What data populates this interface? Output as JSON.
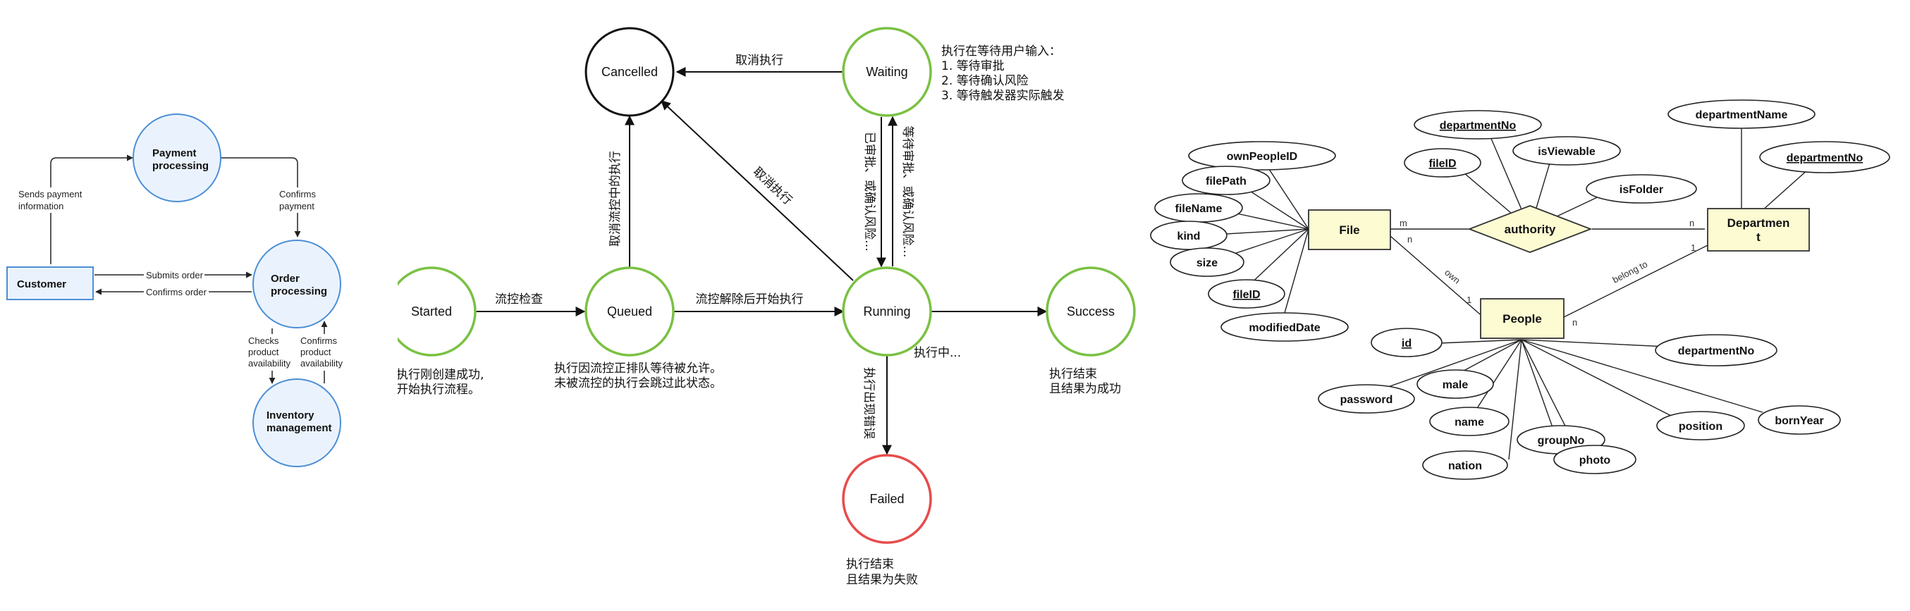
{
  "data_flow": {
    "nodes": {
      "payment": "Payment processing",
      "order": "Order processing",
      "inventory": "Inventory management",
      "customer": "Customer"
    },
    "edges": {
      "sends_payment": "Sends payment information",
      "confirms_payment": "Confirms payment",
      "submits_order": "Submits order",
      "confirms_order": "Confirms order",
      "checks_availability": "Checks product availability",
      "confirms_availability": "Confirms product availability"
    },
    "colors": {
      "node_fill": "#eaf3fd",
      "node_stroke": "#4d8fd6"
    }
  },
  "state_machine": {
    "states": {
      "cancelled": "Cancelled",
      "waiting": "Waiting",
      "started": "Started",
      "queued": "Queued",
      "running": "Running",
      "success": "Success",
      "failed": "Failed"
    },
    "transitions": {
      "cancel_from_waiting": "取消执行",
      "cancel_from_running": "取消执行",
      "cancel_queued": "取消流控中的执行",
      "flow_check": "流控检查",
      "flow_released": "流控解除后开始执行",
      "approved": "已审批、或确认风险…",
      "wait_approval": "等待审批、或确认风险…",
      "error": "执行出现错误"
    },
    "notes": {
      "waiting": [
        "执行在等待用户输入：",
        "1. 等待审批",
        "2. 等待确认风险",
        "3. 等待触发器实际触发"
      ],
      "started": [
        "执行刚创建成功,",
        "开始执行流程。"
      ],
      "queued": [
        "执行因流控正排队等待被允许。",
        "未被流控的执行会跳过此状态。"
      ],
      "running": "执行中...",
      "success": [
        "执行结束",
        "且结果为成功"
      ],
      "failed": [
        "执行结束",
        "且结果为失败"
      ]
    },
    "colors": {
      "green": "#7ac143",
      "red": "#e64c4c",
      "black": "#111111"
    }
  },
  "er": {
    "entities": {
      "file": "File",
      "department": "Department",
      "people": "People"
    },
    "relationship": "authority",
    "authority_attrs": [
      "departmentNo",
      "fileID",
      "isViewable",
      "isFolder"
    ],
    "department_attrs": [
      "departmentName",
      "departmentNo"
    ],
    "file_attrs": [
      "ownPeopleID",
      "filePath",
      "fileName",
      "kind",
      "size",
      "fileID",
      "modifiedDate"
    ],
    "people_attrs": [
      "id",
      "departmentNo",
      "password",
      "male",
      "name",
      "groupNo",
      "photo",
      "position",
      "bornYear",
      "nation"
    ],
    "relationship_edges": {
      "own": "own",
      "belong_to": "belong to"
    },
    "cardinality": {
      "file_auth": "m",
      "auth_dept": "n",
      "file_own": "n",
      "people_own": "1",
      "people_belong": "n",
      "dept_belong": "1"
    },
    "colors": {
      "entity_fill": "#fdfbd1",
      "entity_stroke": "#333333"
    }
  }
}
